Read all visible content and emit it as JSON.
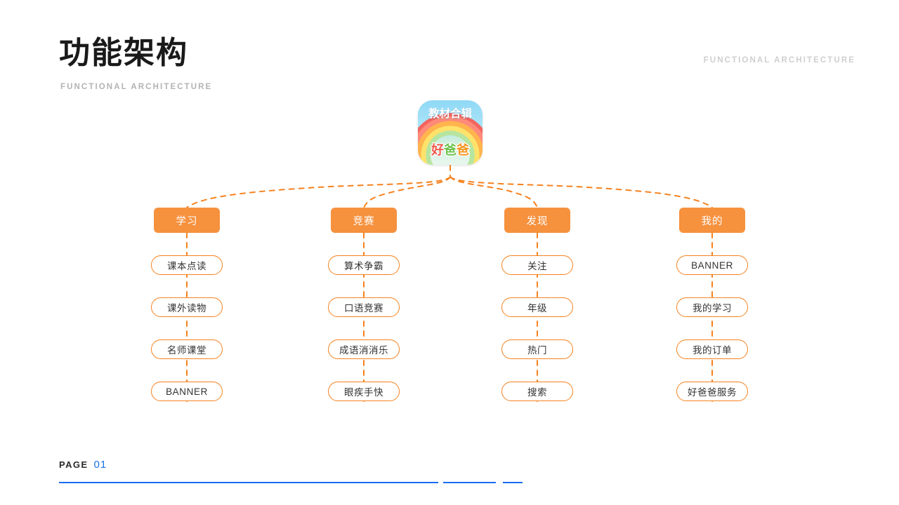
{
  "header": {
    "title": "功能架构",
    "subtitle": "FUNCTIONAL ARCHITECTURE",
    "right_label": "FUNCTIONAL ARCHITECTURE"
  },
  "app_icon": {
    "top_text": "教材合辑",
    "bottom_text": "好爸爸",
    "bottom_chars": [
      "好",
      "爸",
      "爸"
    ]
  },
  "colors": {
    "accent_orange": "#f6913e",
    "pill_border": "#f5821f",
    "connector": "#f5821f",
    "footer_blue": "#1a6cf0",
    "page_number_blue": "#1a73e8"
  },
  "columns": [
    {
      "category": "学习",
      "items": [
        "课本点读",
        "课外读物",
        "名师课堂",
        "BANNER"
      ]
    },
    {
      "category": "竞赛",
      "items": [
        "算术争霸",
        "口语竞赛",
        "成语消消乐",
        "眼疾手快"
      ]
    },
    {
      "category": "发现",
      "items": [
        "关注",
        "年级",
        "热门",
        "搜索"
      ]
    },
    {
      "category": "我的",
      "items": [
        "BANNER",
        "我的学习",
        "我的订单",
        "好爸爸服务"
      ]
    }
  ],
  "footer": {
    "page_label": "PAGE",
    "page_number": "01"
  }
}
